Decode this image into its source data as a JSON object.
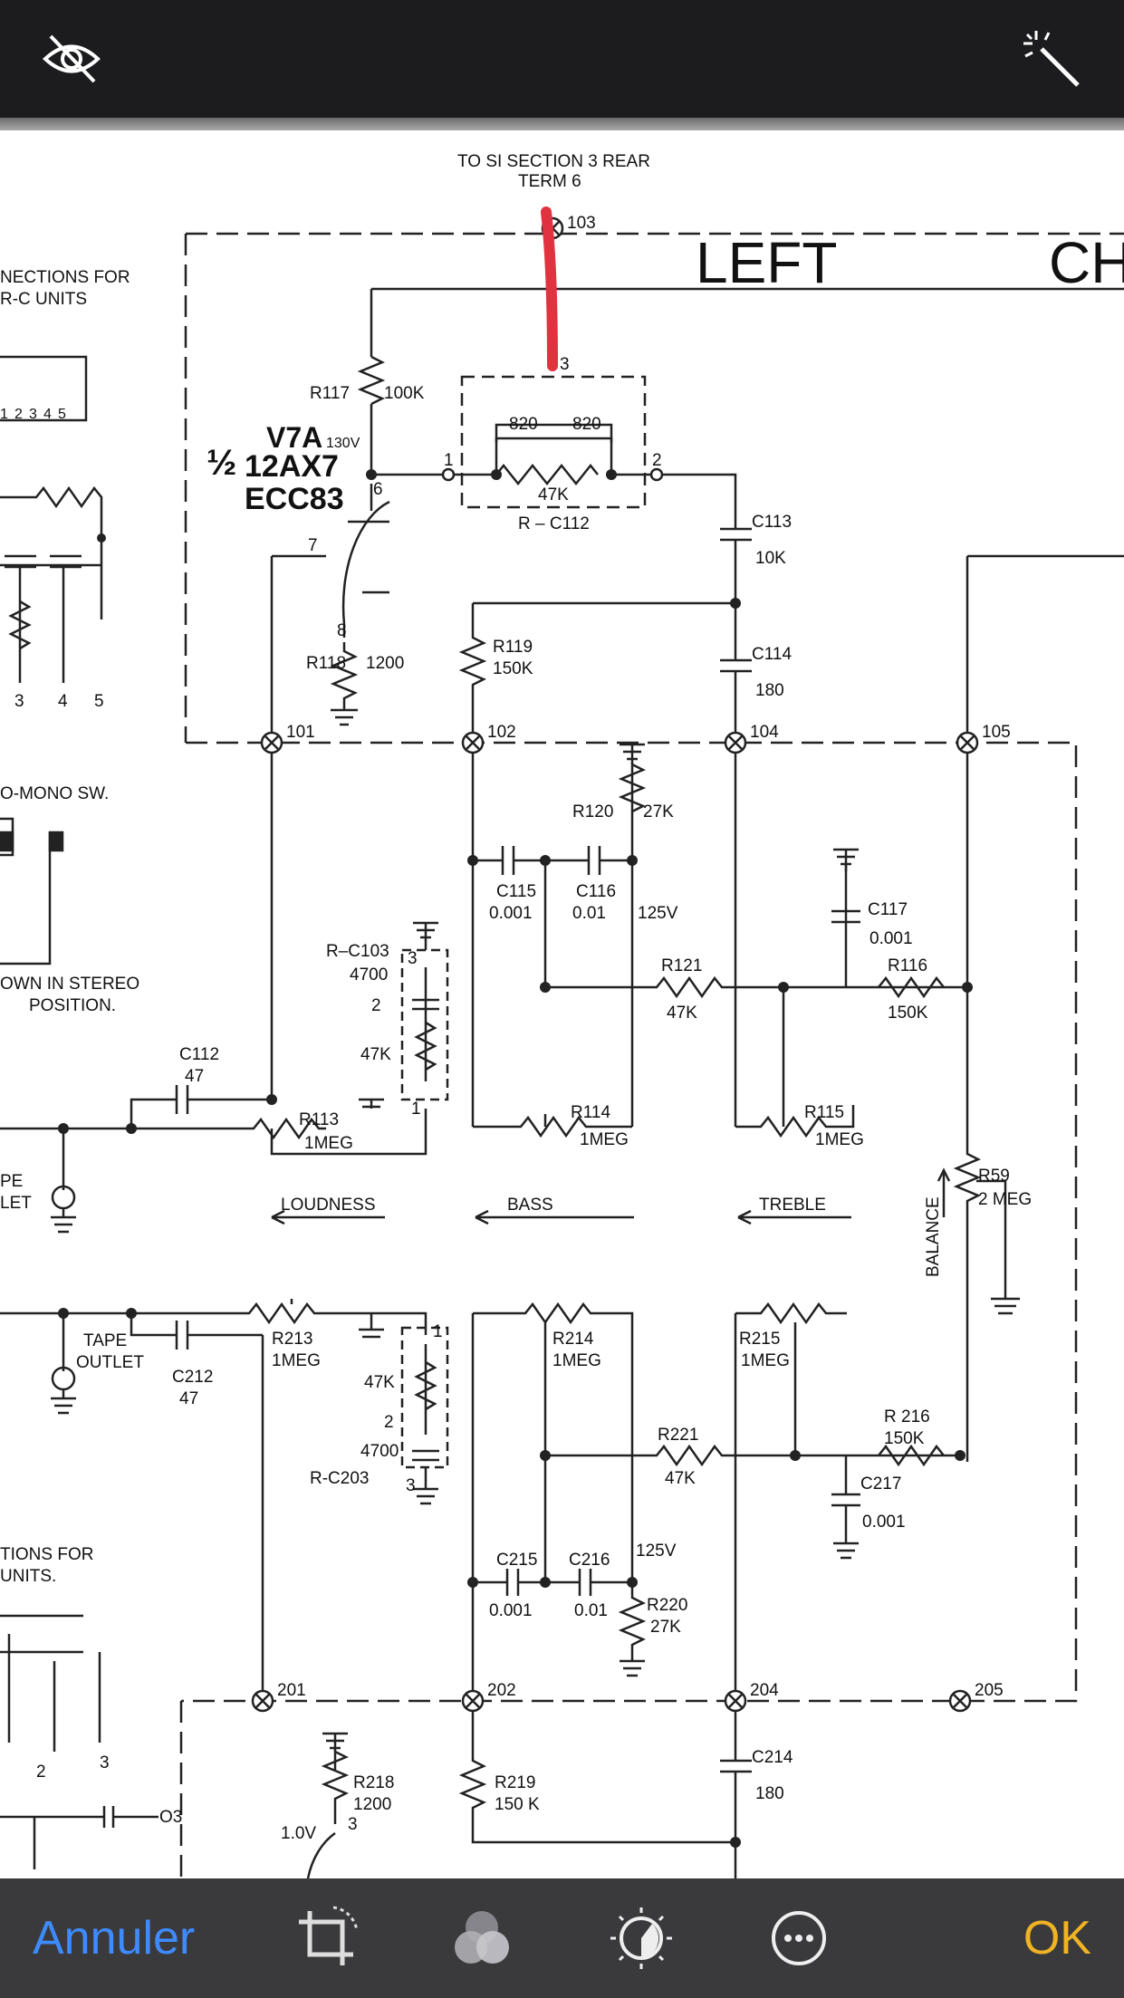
{
  "toolbar": {
    "hide_icon": "eye-slash-icon",
    "auto_icon": "magic-wand-icon"
  },
  "bottom": {
    "cancel_label": "Annuler",
    "ok_label": "OK",
    "tools": [
      "crop-rotate-icon",
      "filters-icon",
      "adjust-dial-icon",
      "more-icon"
    ]
  },
  "colors": {
    "cancel": "#3d8bff",
    "ok": "#f0b323",
    "markup": "#e0333f"
  },
  "schematic": {
    "top_note_line1": "TO SI SECTION 3 REAR",
    "top_note_line2": "TERM 6",
    "node_103": "103",
    "heading_left": "LEFT",
    "heading_ch": "CH",
    "left_note_1": "NECTIONS FOR",
    "left_note_2": "R-C UNITS",
    "r117": "R117",
    "r117_val": "100K",
    "v7a": "V7A",
    "v7a_volt": "130V",
    "half": "½",
    "tube1": "12AX7",
    "tube2": "ECC83",
    "c820a": "820",
    "c820b": "820",
    "r47k_a": "47K",
    "rc112": "R – C112",
    "pin1": "1",
    "pin2": "2",
    "pin3": "3",
    "pin6": "6",
    "pin7": "7",
    "pin8": "8",
    "c113": "C113",
    "c113_val": "10K",
    "r119": "R119",
    "r119_val": "150K",
    "c114": "C114",
    "c114_val": "180",
    "r118": "R118",
    "r118_val": "1200",
    "n101": "101",
    "n102": "102",
    "n104": "104",
    "n105": "105",
    "mono_sw": "O-MONO SW.",
    "r120": "R120",
    "r120_val": "27K",
    "c115": "C115",
    "c115_val": "0.001",
    "c116": "C116",
    "c116_val": "0.01",
    "v125": "125V",
    "c117": "C117",
    "c117_val": "0.001",
    "rc103": "R–C103",
    "rc103_val": "4700",
    "rc103_47k": "47K",
    "rc103_p3": "3",
    "rc103_p2": "2",
    "rc103_p1": "1",
    "r121": "R121",
    "r121_val": "47K",
    "r116": "R116",
    "r116_val": "150K",
    "stereo_1": "OWN IN STEREO",
    "stereo_2": "POSITION.",
    "c112": "C112",
    "c112_val": "47",
    "r113": "R113",
    "r113_val": "1MEG",
    "r114": "R114",
    "r114_val": "1MEG",
    "r115": "R115",
    "r115_val": "1MEG",
    "r59": "R59",
    "r59_val": "2 MEG",
    "balance": "BALANCE",
    "pe": "PE",
    "let": "LET",
    "loudness": "LOUDNESS",
    "bass": "BASS",
    "treble": "TREBLE",
    "tape": "TAPE",
    "outlet": "OUTLET",
    "c212": "C212",
    "c212_val": "47",
    "r213": "R213",
    "r213_val": "1MEG",
    "r214": "R214",
    "r214_val": "1MEG",
    "r215": "R215",
    "r215_val": "1MEG",
    "rc203_47k": "47K",
    "rc203_val": "4700",
    "rc203": "R-C203",
    "rc203_p1": "1",
    "rc203_p2": "2",
    "rc203_p3": "3",
    "r221": "R221",
    "r221_val": "47K",
    "r216": "R 216",
    "r216_val": "150K",
    "c217": "C217",
    "c217_val": "0.001",
    "tions_1": "TIONS FOR",
    "tions_2": "UNITS.",
    "c215": "C215",
    "c215_val": "0.001",
    "c216": "C216",
    "c216_val": "0.01",
    "v125b": "125V",
    "r220": "R220",
    "r220_val": "27K",
    "n201": "201",
    "n202": "202",
    "n204": "204",
    "n205": "205",
    "c214": "C214",
    "c214_val": "180",
    "r218": "R218",
    "r218_val": "1200",
    "v10": "1.0V",
    "r219": "R219",
    "r219_val": "150 K",
    "pin_s3": "3",
    "num2": "2",
    "num3": "3",
    "o3": "O3",
    "t1": "1",
    "t2": "2",
    "t3": "3",
    "t4": "4",
    "t5": "5",
    "b3": "3",
    "b4": "4",
    "b5": "5"
  }
}
